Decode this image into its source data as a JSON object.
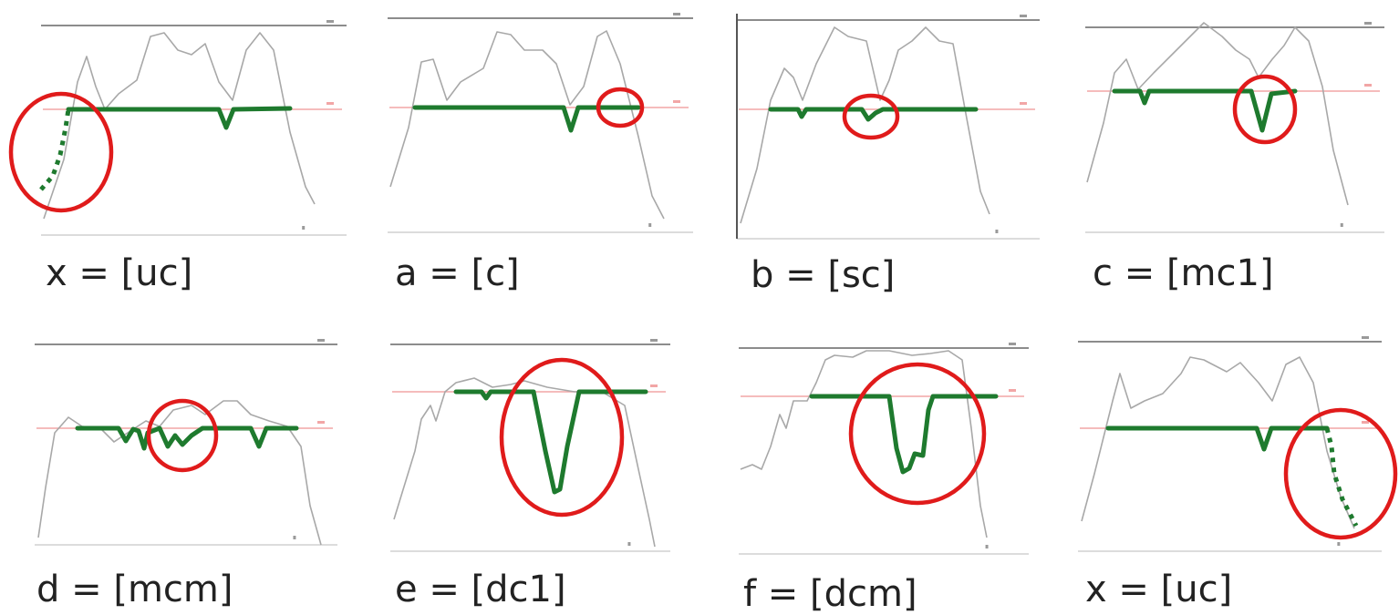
{
  "colors": {
    "background": "#ffffff",
    "profile_line": "#a8a8a8",
    "frame_line": "#d0d0d0",
    "top_line": "#8c8c8c",
    "reference_line": "#f2a6a6",
    "overlay_line": "#1e7a2e",
    "highlight_circle": "#e01b1b",
    "caption_text": "#222222"
  },
  "panels": [
    {
      "id": "x1",
      "caption": "x = [uc]",
      "pattern": "uncomputed start",
      "highlight": "dotted descent before line start"
    },
    {
      "id": "a",
      "caption": "a = [c]",
      "pattern": "complete",
      "highlight": "line end"
    },
    {
      "id": "b",
      "caption": "b = [sc]",
      "pattern": "small collision",
      "highlight": "shallow dip"
    },
    {
      "id": "c",
      "caption": "c = [mc1]",
      "pattern": "medium collision",
      "highlight": "single medium dip"
    },
    {
      "id": "d",
      "caption": "d = [mcm]",
      "pattern": "multiple medium collisions",
      "highlight": "double dip"
    },
    {
      "id": "e",
      "caption": "e = [dc1]",
      "pattern": "deep collision",
      "highlight": "single deep dip"
    },
    {
      "id": "f",
      "caption": "f = [dcm]",
      "pattern": "deep multiple collisions",
      "highlight": "deep double dip"
    },
    {
      "id": "x2",
      "caption": "x = [uc]",
      "pattern": "uncomputed end",
      "highlight": "dotted descent after line end"
    }
  ]
}
